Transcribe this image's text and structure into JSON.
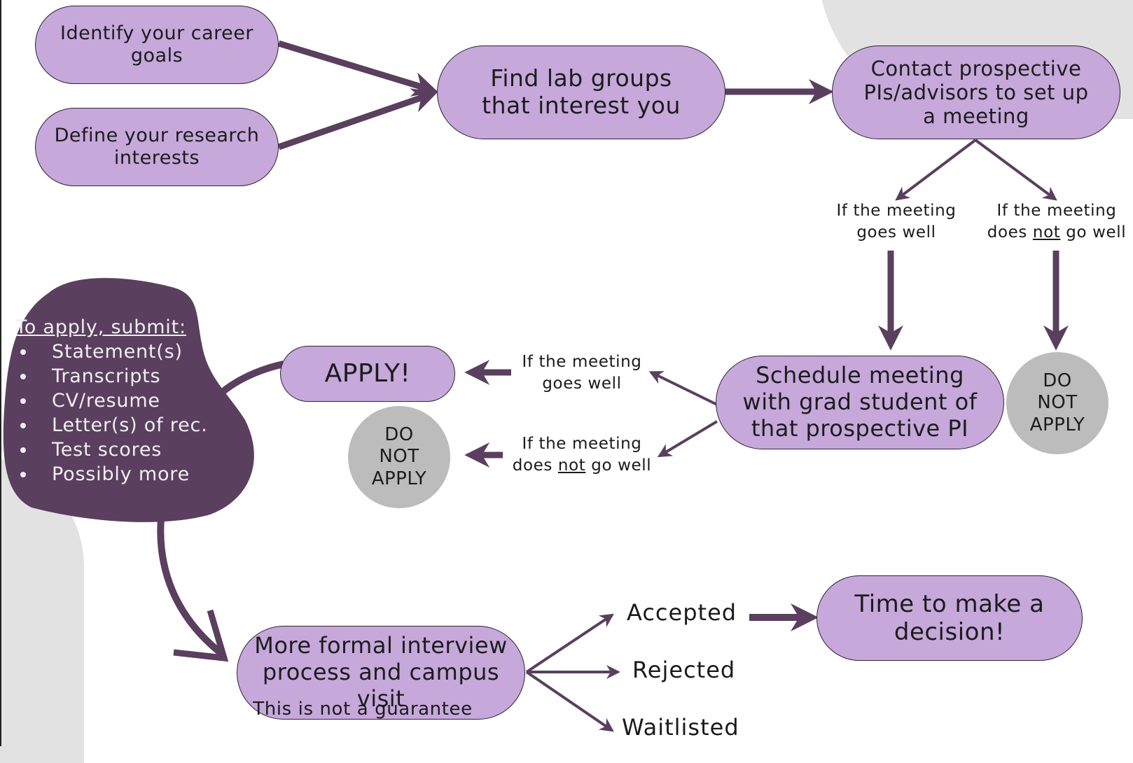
{
  "colors": {
    "node_fill": "#c6a8db",
    "dark": "#5a3f5e",
    "stop_fill": "#bcbcbc",
    "background_shape": "#e2e2e2"
  },
  "nodes": {
    "career_goals": "Identify your career goals",
    "research_interests": "Define your research interests",
    "find_labs": "Find lab groups that interest you",
    "contact_pis": "Contact prospective PIs/advisors to set up a meeting",
    "schedule_grad": "Schedule meeting with grad student of that prospective PI",
    "apply": "APPLY!",
    "interview": "More formal interview process and campus visit",
    "decision": "Time to make a decision!"
  },
  "stops": {
    "right": [
      "DO",
      "NOT",
      "APPLY"
    ],
    "middle": [
      "DO",
      "NOT",
      "APPLY"
    ]
  },
  "labels": {
    "goes_well_1": "If the meeting",
    "goes_well_2": "goes well",
    "not_well_1": "If the meeting",
    "not_well_2_pre": "does ",
    "not_well_2_em": "not",
    "not_well_2_post": " go well"
  },
  "application": {
    "title": "To apply, submit:",
    "items": [
      "Statement(s)",
      "Transcripts",
      "CV/resume",
      "Letter(s) of rec.",
      "Test scores",
      "Possibly more"
    ]
  },
  "outcomes": {
    "accepted": "Accepted",
    "rejected": "Rejected",
    "waitlisted": "Waitlisted"
  },
  "note": "This is not a guarantee"
}
